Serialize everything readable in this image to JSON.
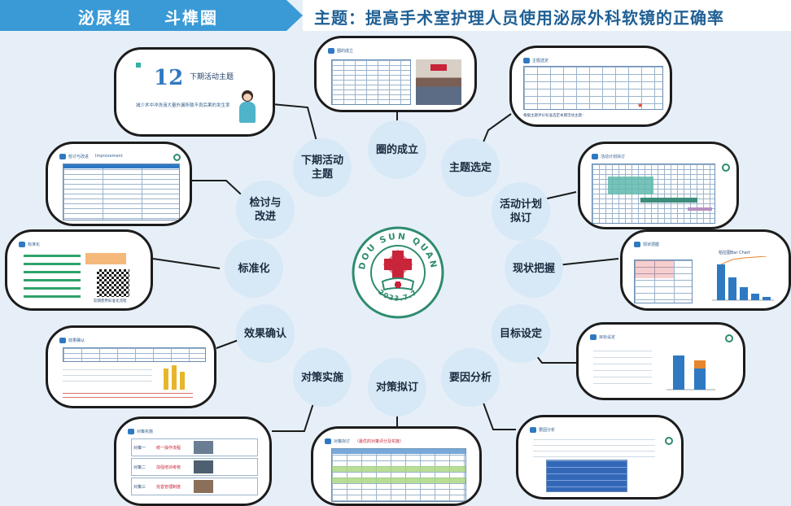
{
  "header": {
    "group": "泌尿组",
    "circle_name": "斗榫圈",
    "topic": "主题：提高手术室护理人员使用泌尿外科软镜的正确率"
  },
  "steps": [
    {
      "key": "circle_formation",
      "label": "圈的成立"
    },
    {
      "key": "theme_selection",
      "label": "主题选定"
    },
    {
      "key": "activity_plan",
      "label": "活动计划\n拟订"
    },
    {
      "key": "status_grasp",
      "label": "现状把握"
    },
    {
      "key": "target_setting",
      "label": "目标设定"
    },
    {
      "key": "cause_analysis",
      "label": "要因分析"
    },
    {
      "key": "countermeasure_plan",
      "label": "对策拟订"
    },
    {
      "key": "countermeasure_impl",
      "label": "对策实施"
    },
    {
      "key": "effect_confirm",
      "label": "效果确认"
    },
    {
      "key": "standardization",
      "label": "标准化"
    },
    {
      "key": "review_improve",
      "label": "检讨与\n改进"
    },
    {
      "key": "next_theme",
      "label": "下期活动\n主题"
    }
  ],
  "thumbs": {
    "next_theme": {
      "number": "12",
      "title": "下期活动主题",
      "subtitle": "减少术中冲洗液大量外漏所致不良后果的发生率"
    },
    "circle_formation": {
      "title": "圈的成立"
    },
    "theme_selection": {
      "title": "主题选定",
      "note": "根据主题评价标准选定本期活动主题："
    },
    "activity_plan": {
      "title": "活动计划拟订"
    },
    "status_grasp": {
      "title": "现状把握",
      "chart_title": "柏拉图Bar Chart"
    },
    "target_setting": {
      "title": "目标设定"
    },
    "cause_analysis": {
      "title": "要因分析"
    },
    "countermeasure_plan": {
      "title": "对策拟订",
      "subtitle": "（最优的对策评分及实施）"
    },
    "countermeasure_impl": {
      "title": "对策实施",
      "rows": [
        {
          "name": "对策一",
          "text": "统一操作流程"
        },
        {
          "name": "对策二",
          "text": "加强培训考核"
        },
        {
          "name": "对策三",
          "text": "完善管理制度"
        }
      ]
    },
    "effect_confirm": {
      "title": "效果确认"
    },
    "standardization": {
      "title": "标准化",
      "caption": "软镜使用标准化流程"
    },
    "review_improve": {
      "title": "检讨与改进",
      "title_en": "Improvement"
    }
  },
  "logo": {
    "text_top": "DOU SUN QUAN",
    "date": "2023.7.7"
  },
  "colors": {
    "header_blue": "#3a9ad6",
    "bubble_fill": "#d7e8f6",
    "background": "#e6eff8",
    "logo_green": "#2e8b6e",
    "logo_red": "#c8243a"
  }
}
